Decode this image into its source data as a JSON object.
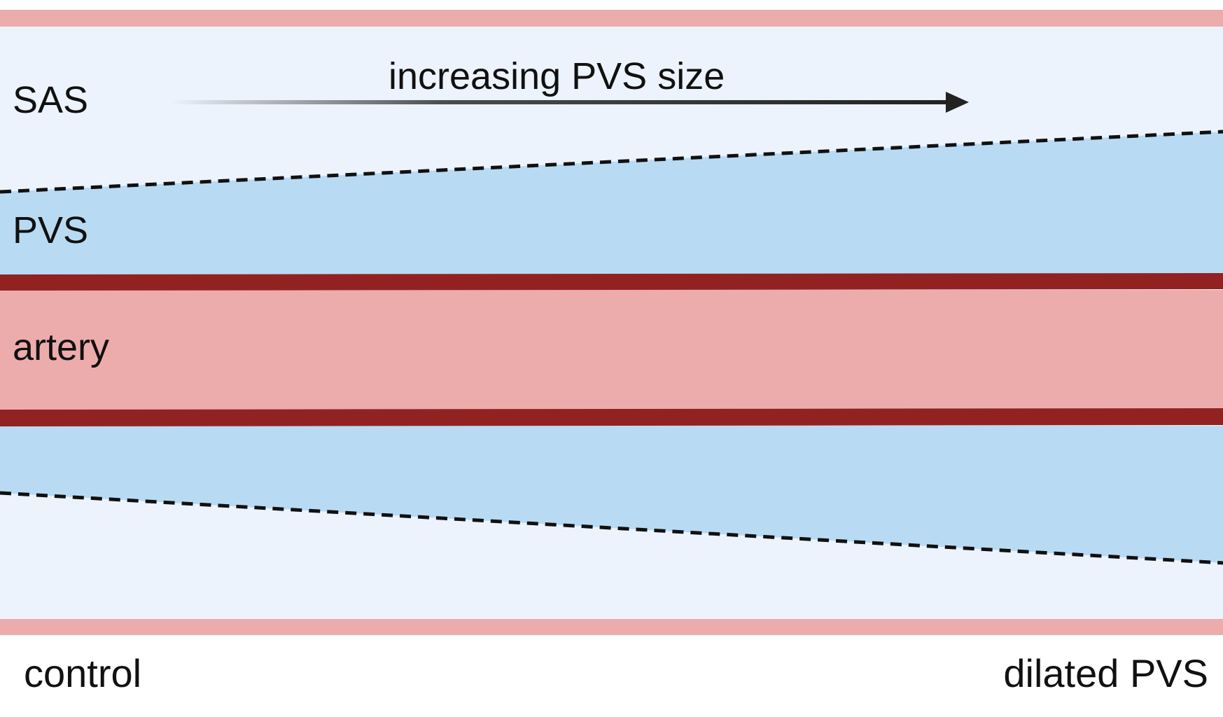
{
  "colors": {
    "sas_fill": "#ecf3fc",
    "pvs_fill": "#b8dbf3",
    "artery_fill": "#edacac",
    "artery_wall": "#922222",
    "boundary_pink": "#edacac",
    "dashed_line": "#111111",
    "arrow": "#222222"
  },
  "labels": {
    "sas": "SAS",
    "pvs": "PVS",
    "artery": "artery"
  },
  "arrow": {
    "label": "increasing PVS size"
  },
  "ends": {
    "left": "control",
    "right": "dilated PVS"
  }
}
